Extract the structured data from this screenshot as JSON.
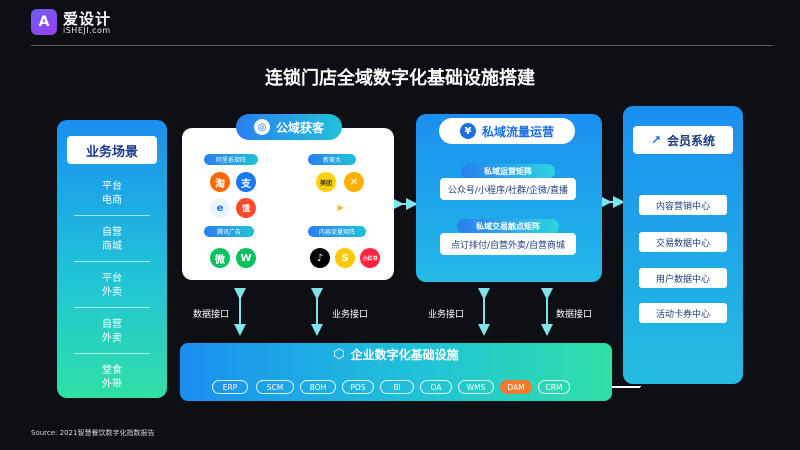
{
  "header": {
    "logo_mark": "A",
    "logo_cn": "爱设计",
    "logo_en": "iSHEJI.com"
  },
  "title": "连锁门店全域数字化基础设施搭建",
  "scenarios": {
    "heading": "业务场景",
    "items": [
      [
        "平台",
        "电商"
      ],
      [
        "自营",
        "商城"
      ],
      [
        "平台",
        "外卖"
      ],
      [
        "自营",
        "外卖"
      ],
      [
        "堂食",
        "外带"
      ]
    ]
  },
  "public_domain": {
    "heading": "公域获客",
    "groups": [
      "阿里系矩阵",
      "新美大",
      "腾讯广告",
      "内容流量矩阵"
    ],
    "apps": [
      "淘",
      "支",
      "e",
      "饿",
      "美团",
      "✕",
      "➤",
      "微",
      "W",
      "♪",
      "S",
      "小红书"
    ]
  },
  "private_domain": {
    "heading": "私域流量运营",
    "matrix1_label": "私域运营矩阵",
    "matrix1_content": "公众号/小程序/社群/企微/直播",
    "matrix2_label": "私域交易触点矩阵",
    "matrix2_content": "点订排付/自营外卖/自营商城"
  },
  "member_system": {
    "heading": "会员系统",
    "items": [
      "内容营销中心",
      "交易数据中心",
      "用户数据中心",
      "活动卡券中心"
    ]
  },
  "interfaces": {
    "data_interface": "数据接口",
    "business_interface": "业务接口"
  },
  "infrastructure": {
    "heading": "企业数字化基础设施",
    "systems": [
      "ERP",
      "SCM",
      "BOH",
      "POS",
      "BI",
      "OA",
      "WMS",
      "DAM",
      "CRM"
    ],
    "highlight": "DAM"
  },
  "source": "Source:    2021智慧餐饮数字化指数报告",
  "colors": {
    "background": "#0d0f14",
    "primary_blue": "#1a8ff0",
    "cyan": "#21c2d8",
    "green": "#2fe0a5",
    "highlight_orange": "#f07a2e"
  }
}
